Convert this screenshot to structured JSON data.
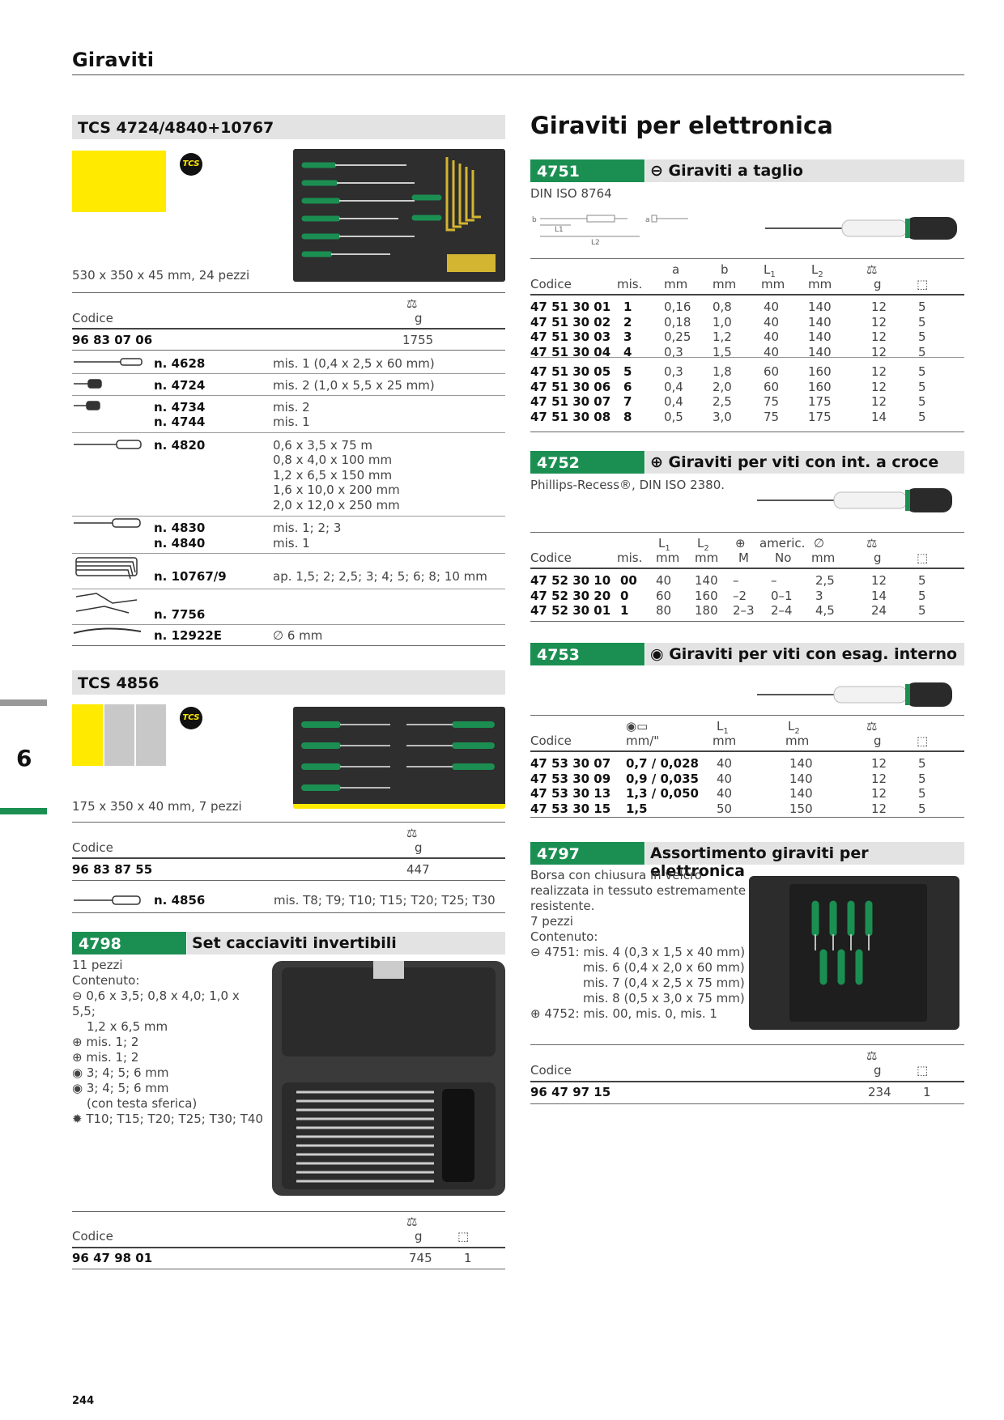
{
  "page": {
    "title": "Giraviti",
    "page_number": "244",
    "chapter_tab": "6"
  },
  "left": {
    "tcs1": {
      "header": "TCS 4724/4840+10767",
      "badge": "TCS",
      "dims": "530 x 350 x 45 mm, 24 pezzi",
      "col_code": "Codice",
      "col_g": "g",
      "code": "96 83 07 06",
      "weight": "1755",
      "items": [
        {
          "n": "n. 4628",
          "desc": "mis. 1 (0,4 x 2,5 x 60 mm)"
        },
        {
          "n": "n. 4724",
          "desc": "mis. 2 (1,0 x 5,5 x 25 mm)"
        },
        {
          "n": "n. 4734",
          "desc": "mis. 2"
        },
        {
          "n": "n. 4744",
          "desc": "mis. 1"
        },
        {
          "n": "n. 4820",
          "desc": "0,6 x 3,5 x 75 m"
        },
        {
          "n": "",
          "desc": "0,8 x 4,0 x 100 mm"
        },
        {
          "n": "",
          "desc": "1,2 x 6,5 x 150 mm"
        },
        {
          "n": "",
          "desc": "1,6 x 10,0 x 200 mm"
        },
        {
          "n": "",
          "desc": "2,0 x 12,0 x 250 mm"
        },
        {
          "n": "n. 4830",
          "desc": "mis. 1; 2; 3"
        },
        {
          "n": "n. 4840",
          "desc": "mis. 1"
        },
        {
          "n": "n. 10767/9",
          "desc": "ap. 1,5; 2; 2,5; 3; 4; 5; 6; 8; 10 mm"
        },
        {
          "n": "n. 7756",
          "desc": ""
        },
        {
          "n": "n. 12922E",
          "desc": "∅ 6 mm"
        }
      ]
    },
    "tcs2": {
      "header": "TCS 4856",
      "badge": "TCS",
      "dims": "175 x 350 x 40 mm, 7 pezzi",
      "col_code": "Codice",
      "col_g": "g",
      "code": "96 83 87 55",
      "weight": "447",
      "item_n": "n. 4856",
      "item_desc": "mis. T8; T9; T10; T15; T20; T25; T30"
    },
    "s4798": {
      "num": "4798",
      "title": "Set cacciaviti invertibili",
      "lines": [
        "11 pezzi",
        "Contenuto:",
        "0,6 x 3,5; 0,8 x 4,0; 1,0 x 5,5;",
        "1,2 x 6,5 mm",
        "mis. 1; 2",
        "mis. 1; 2",
        "3; 4; 5; 6 mm",
        "3; 4; 5; 6 mm",
        "(con testa sferica)",
        "T10; T15; T20; T25; T30; T40"
      ],
      "col_code": "Codice",
      "col_g": "g",
      "code": "96 47 98 01",
      "weight": "745",
      "pack": "1"
    }
  },
  "right": {
    "heading": "Giraviti per elettronica",
    "s4751": {
      "num": "4751",
      "title": "Giraviti a taglio",
      "sub": "DIN ISO 8764",
      "diagram_labels": {
        "b": "b",
        "a": "a",
        "l1": "L1",
        "l2": "L2"
      },
      "headers": {
        "code": "Codice",
        "mis": "mis.",
        "a": "a",
        "b": "b",
        "l1": "L",
        "l1s": "1",
        "l2": "L",
        "l2s": "2",
        "g": "g",
        "mm": "mm"
      },
      "rows": [
        {
          "code": "47 51 30 01",
          "mis": "1",
          "a": "0,16",
          "b": "0,8",
          "l1": "40",
          "l2": "140",
          "g": "12",
          "pk": "5"
        },
        {
          "code": "47 51 30 02",
          "mis": "2",
          "a": "0,18",
          "b": "1,0",
          "l1": "40",
          "l2": "140",
          "g": "12",
          "pk": "5"
        },
        {
          "code": "47 51 30 03",
          "mis": "3",
          "a": "0,25",
          "b": "1,2",
          "l1": "40",
          "l2": "140",
          "g": "12",
          "pk": "5"
        },
        {
          "code": "47 51 30 04",
          "mis": "4",
          "a": "0,3",
          "b": "1,5",
          "l1": "40",
          "l2": "140",
          "g": "12",
          "pk": "5"
        },
        {
          "code": "47 51 30 05",
          "mis": "5",
          "a": "0,3",
          "b": "1,8",
          "l1": "60",
          "l2": "160",
          "g": "12",
          "pk": "5"
        },
        {
          "code": "47 51 30 06",
          "mis": "6",
          "a": "0,4",
          "b": "2,0",
          "l1": "60",
          "l2": "160",
          "g": "12",
          "pk": "5"
        },
        {
          "code": "47 51 30 07",
          "mis": "7",
          "a": "0,4",
          "b": "2,5",
          "l1": "75",
          "l2": "175",
          "g": "12",
          "pk": "5"
        },
        {
          "code": "47 51 30 08",
          "mis": "8",
          "a": "0,5",
          "b": "3,0",
          "l1": "75",
          "l2": "175",
          "g": "14",
          "pk": "5"
        }
      ]
    },
    "s4752": {
      "num": "4752",
      "title": "Giraviti per viti con int. a croce",
      "sub": "Phillips-Recess®, DIN ISO 2380.",
      "headers": {
        "code": "Codice",
        "mis": "mis.",
        "l1": "L",
        "l1s": "1",
        "l2": "L",
        "l2s": "2",
        "m": "M",
        "americ": "americ.",
        "no": "No",
        "dia": "∅",
        "mm": "mm",
        "g": "g"
      },
      "rows": [
        {
          "code": "47 52 30 10",
          "mis": "00",
          "l1": "40",
          "l2": "140",
          "m": "–",
          "no": "–",
          "d": "2,5",
          "g": "12",
          "pk": "5"
        },
        {
          "code": "47 52 30 20",
          "mis": "0",
          "l1": "60",
          "l2": "160",
          "m": "–2",
          "no": "0–1",
          "d": "3",
          "g": "14",
          "pk": "5"
        },
        {
          "code": "47 52 30 01",
          "mis": "1",
          "l1": "80",
          "l2": "180",
          "m": "2–3",
          "no": "2–4",
          "d": "4,5",
          "g": "24",
          "pk": "5"
        }
      ]
    },
    "s4753": {
      "num": "4753",
      "title": "Giraviti per viti con esag. interno",
      "headers": {
        "code": "Codice",
        "size": "mm/\"",
        "l1": "L",
        "l1s": "1",
        "l2": "L",
        "l2s": "2",
        "mm": "mm",
        "g": "g"
      },
      "rows": [
        {
          "code": "47 53 30 07",
          "size": "0,7 / 0,028",
          "l1": "40",
          "l2": "140",
          "g": "12",
          "pk": "5"
        },
        {
          "code": "47 53 30 09",
          "size": "0,9 / 0,035",
          "l1": "40",
          "l2": "140",
          "g": "12",
          "pk": "5"
        },
        {
          "code": "47 53 30 13",
          "size": "1,3 / 0,050",
          "l1": "40",
          "l2": "140",
          "g": "12",
          "pk": "5"
        },
        {
          "code": "47 53 30 15",
          "size": "1,5",
          "l1": "50",
          "l2": "150",
          "g": "12",
          "pk": "5"
        }
      ]
    },
    "s4797": {
      "num": "4797",
      "title": "Assortimento giraviti per elettronica",
      "lines": [
        "Borsa con chiusura in velcro",
        "realizzata in tessuto estremamente",
        "resistente.",
        "7 pezzi",
        "Contenuto:",
        "4751: mis. 4 (0,3 x 1,5 x 40 mm)",
        "mis. 6 (0,4 x 2,0 x 60 mm)",
        "mis. 7 (0,4 x 2,5 x 75 mm)",
        "mis. 8 (0,5 x 3,0 x 75 mm)",
        "4752: mis. 00, mis. 0, mis. 1"
      ],
      "col_code": "Codice",
      "col_g": "g",
      "code": "96 47 97 15",
      "weight": "234",
      "pack": "1"
    }
  },
  "colors": {
    "green": "#1b8f52",
    "yellow": "#ffea00",
    "grey_header": "#e3e3e3"
  }
}
